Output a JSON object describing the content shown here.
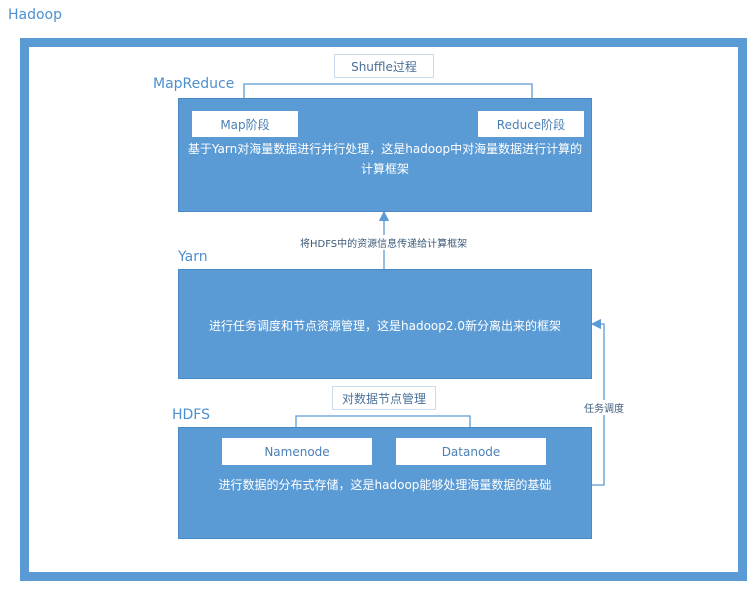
{
  "title": "Hadoop",
  "mapreduce": {
    "label": "MapReduce",
    "description": "基于Yarn对海量数据进行并行处理，这是hadoop中对海量数据进行计算的计算框架",
    "shuffle_label": "Shuffle过程",
    "map_label": "Map阶段",
    "reduce_label": "Reduce阶段"
  },
  "yarn": {
    "label": "Yarn",
    "description": "进行任务调度和节点资源管理，这是hadoop2.0新分离出来的框架",
    "to_mapreduce_label": "将HDFS中的资源信息传递给计算框架"
  },
  "hdfs": {
    "label": "HDFS",
    "description": "进行数据的分布式存储，这是hadoop能够处理海量数据的基础",
    "node_mgmt_label": "对数据节点管理",
    "namenode_label": "Namenode",
    "datanode_label": "Datanode",
    "to_yarn_label": "任务调度"
  },
  "colors": {
    "frame": "#5b9bd5",
    "box_fill": "#5b9bd5",
    "label_text": "#4d8fcf",
    "connector": "#5b9bd5"
  }
}
